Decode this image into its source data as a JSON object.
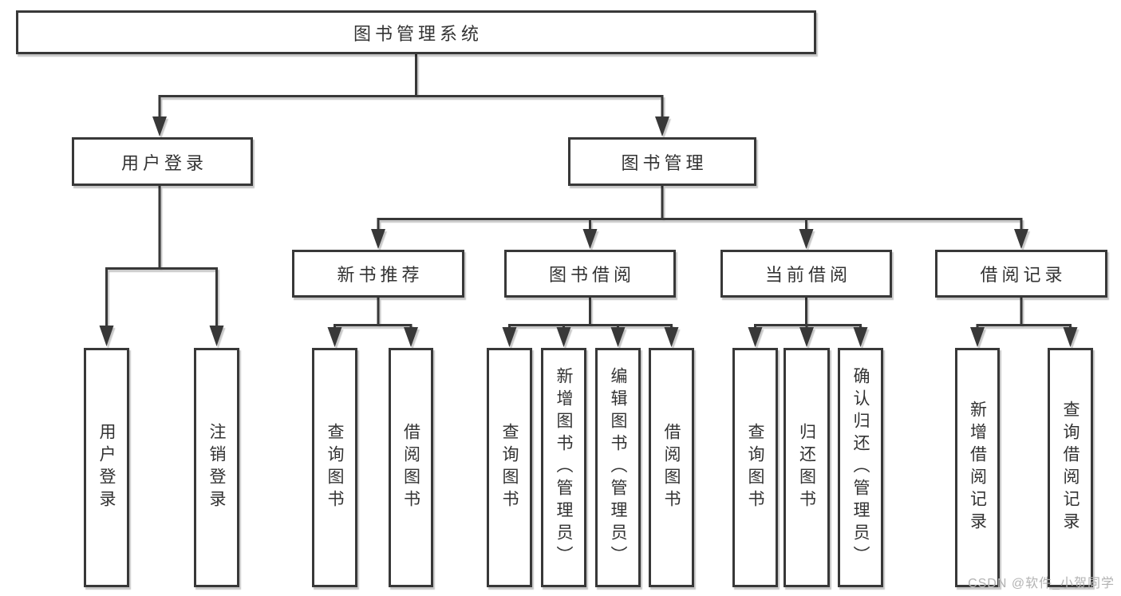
{
  "tree": {
    "root": {
      "label": "图书管理系统",
      "children": [
        {
          "label": "用户登录",
          "children": [
            {
              "label": "用户登录"
            },
            {
              "label": "注销登录"
            }
          ]
        },
        {
          "label": "图书管理",
          "children": [
            {
              "label": "新书推荐",
              "children": [
                {
                  "label": "查询图书"
                },
                {
                  "label": "借阅图书"
                }
              ]
            },
            {
              "label": "图书借阅",
              "children": [
                {
                  "label": "查询图书"
                },
                {
                  "label": "新增图书（管理员）"
                },
                {
                  "label": "编辑图书（管理员）"
                },
                {
                  "label": "借阅图书"
                }
              ]
            },
            {
              "label": "当前借阅",
              "children": [
                {
                  "label": "查询图书"
                },
                {
                  "label": "归还图书"
                },
                {
                  "label": "确认归还（管理员）"
                }
              ]
            },
            {
              "label": "借阅记录",
              "children": [
                {
                  "label": "新增借阅记录"
                },
                {
                  "label": "查询借阅记录"
                }
              ]
            }
          ]
        }
      ]
    }
  },
  "watermark": {
    "text": "CSDN @软件_小贺同学"
  },
  "colors": {
    "line": "#383838",
    "text": "#333333",
    "box_background": "#ffffff",
    "page_background": "#ffffff",
    "watermark": "#b3b3b3"
  }
}
